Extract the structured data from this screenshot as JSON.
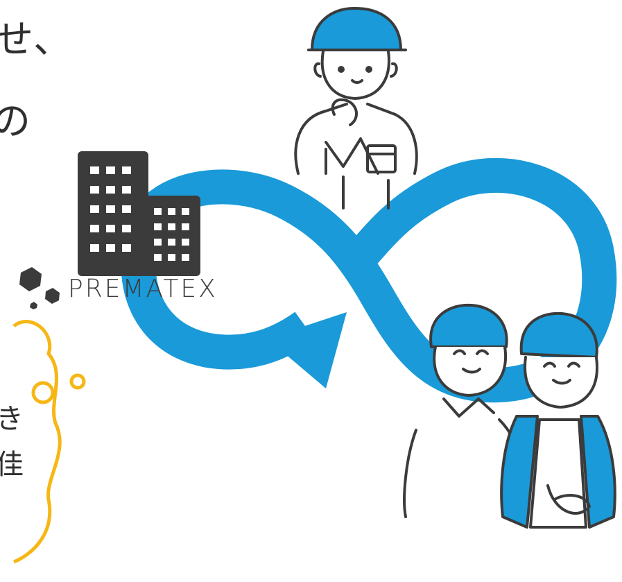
{
  "text": {
    "line1": "せ、",
    "line2": "の",
    "bubble_line1": "き",
    "bubble_line2": "佳"
  },
  "logo": {
    "wordmark": "PREMATEX"
  },
  "colors": {
    "accent_blue": "#1a9ad8",
    "dark_gray": "#3b3b3b",
    "bubble_yellow": "#f6b716"
  },
  "illustrations": [
    "building-icon",
    "infinity-arrow",
    "worker-with-helmet",
    "elderly-couple",
    "thought-bubble",
    "prematex-logo"
  ]
}
